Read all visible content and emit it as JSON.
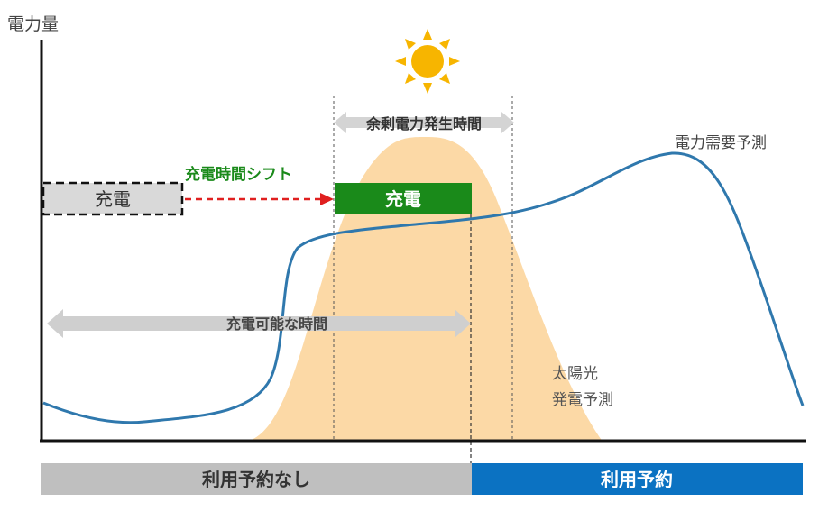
{
  "labels": {
    "y_axis": "電力量",
    "surplus_period": "余剰電力発生時間",
    "demand_forecast": "電力需要予測",
    "solar_forecast_line1": "太陽光",
    "solar_forecast_line2": "発電予測",
    "charge_original": "充電",
    "charge_shifted": "充電",
    "shift_label": "充電時間シフト",
    "chargeable_period": "充電可能な時間",
    "no_reservation": "利用予約なし",
    "reservation": "利用予約"
  },
  "colors": {
    "solar_fill": "#fcd9a6",
    "demand_line": "#2f78ad",
    "shifted_charge": "#1a8a1a",
    "shift_text": "#1a8a1a",
    "shift_arrow": "#e02020",
    "original_charge": "#d9d9d9",
    "no_reservation_bar": "#bfbfbf",
    "reservation_bar": "#0b72c2",
    "sun": "#f7b500",
    "double_arrow": "#cfcfcf"
  },
  "icons": {
    "sun": "sun-icon"
  }
}
